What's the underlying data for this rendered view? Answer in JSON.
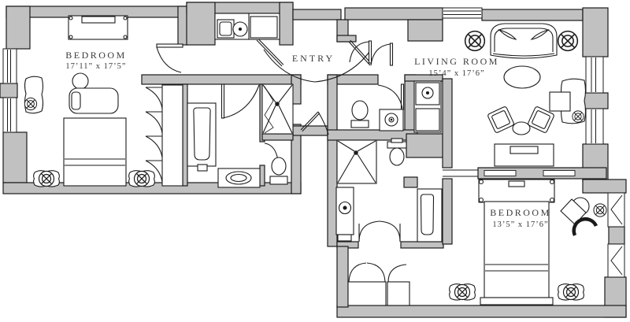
{
  "floorplan": {
    "type": "apartment-floor-plan",
    "rooms": [
      {
        "id": "bedroom-1",
        "label": "BEDROOM",
        "dimensions": "17’11” x 17’5”"
      },
      {
        "id": "entry",
        "label": "ENTRY",
        "dimensions": ""
      },
      {
        "id": "living-room",
        "label": "LIVING ROOM",
        "dimensions": "15’4” x 17’6”"
      },
      {
        "id": "bedroom-2",
        "label": "BEDROOM",
        "dimensions": "13’5” x 17’6”"
      }
    ],
    "fixtures": [
      "bed",
      "canopy-bed",
      "dresser",
      "nightstand",
      "lamp",
      "chaise",
      "sofa",
      "armchair",
      "coffee-table",
      "desk",
      "bathtub",
      "shower",
      "toilet",
      "sink",
      "vanity",
      "kitchen-sink",
      "cooktop",
      "closet",
      "window",
      "door"
    ],
    "colors": {
      "wall_fill": "#c1c1c1",
      "line": "#1b1b1b",
      "background": "#ffffff",
      "label_text": "#3a3a3a"
    }
  }
}
